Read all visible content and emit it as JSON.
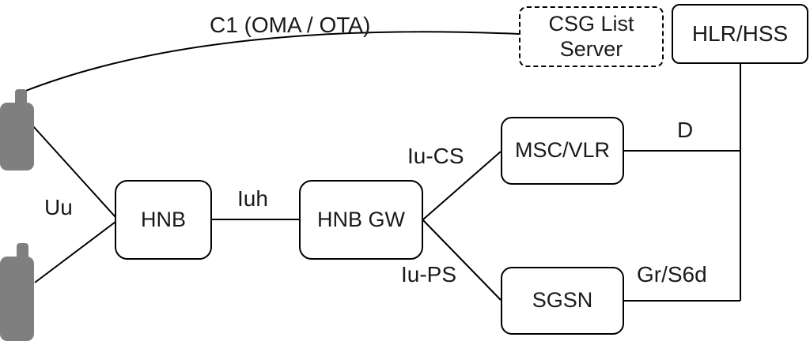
{
  "diagram": {
    "title": "HNB network architecture diagram",
    "nodes": {
      "hnb": {
        "label": "HNB"
      },
      "hnb_gw": {
        "label": "HNB GW"
      },
      "msc_vlr": {
        "label": "MSC/VLR"
      },
      "sgsn": {
        "label": "SGSN"
      },
      "hlr_hss": {
        "label": "HLR/HSS"
      },
      "csg_list_server": {
        "label": "CSG List Server"
      },
      "ue_phone_top": {
        "label": ""
      },
      "ue_phone_bottom": {
        "label": ""
      }
    },
    "edges": {
      "c1": {
        "label": "C1 (OMA / OTA)",
        "from": "ue_phone_top",
        "to": "csg_list_server"
      },
      "uu": {
        "label": "Uu",
        "from": "ue_phones",
        "to": "hnb"
      },
      "iuh": {
        "label": "Iuh",
        "from": "hnb",
        "to": "hnb_gw"
      },
      "iu_cs": {
        "label": "Iu-CS",
        "from": "hnb_gw",
        "to": "msc_vlr"
      },
      "iu_ps": {
        "label": "Iu-PS",
        "from": "hnb_gw",
        "to": "sgsn"
      },
      "d": {
        "label": "D",
        "from": "msc_vlr",
        "to": "hlr_hss"
      },
      "gr_s6d": {
        "label": "Gr/S6d",
        "from": "sgsn",
        "to": "hlr_hss"
      }
    },
    "colors": {
      "line": "#000000",
      "box_border": "#000000",
      "box_bg": "#ffffff",
      "phone_fill": "#7f7f7f",
      "text": "#1a1a1a"
    }
  }
}
